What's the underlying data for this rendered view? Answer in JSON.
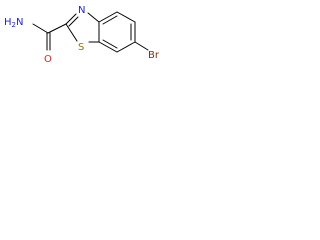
{
  "structure": {
    "atoms": {
      "amine": "H2N",
      "amine_main": "H",
      "amine_sub": "2",
      "amine_n": "N",
      "oxygen": "O",
      "ring_nitrogen": "N",
      "sulfur": "S",
      "bromine": "Br"
    },
    "colors": {
      "nitrogen": "#1e1ee6",
      "oxygen": "#e61e1e",
      "sulfur": "#8c7a00",
      "bromine": "#8b2b0a",
      "bond": "#000000"
    }
  }
}
